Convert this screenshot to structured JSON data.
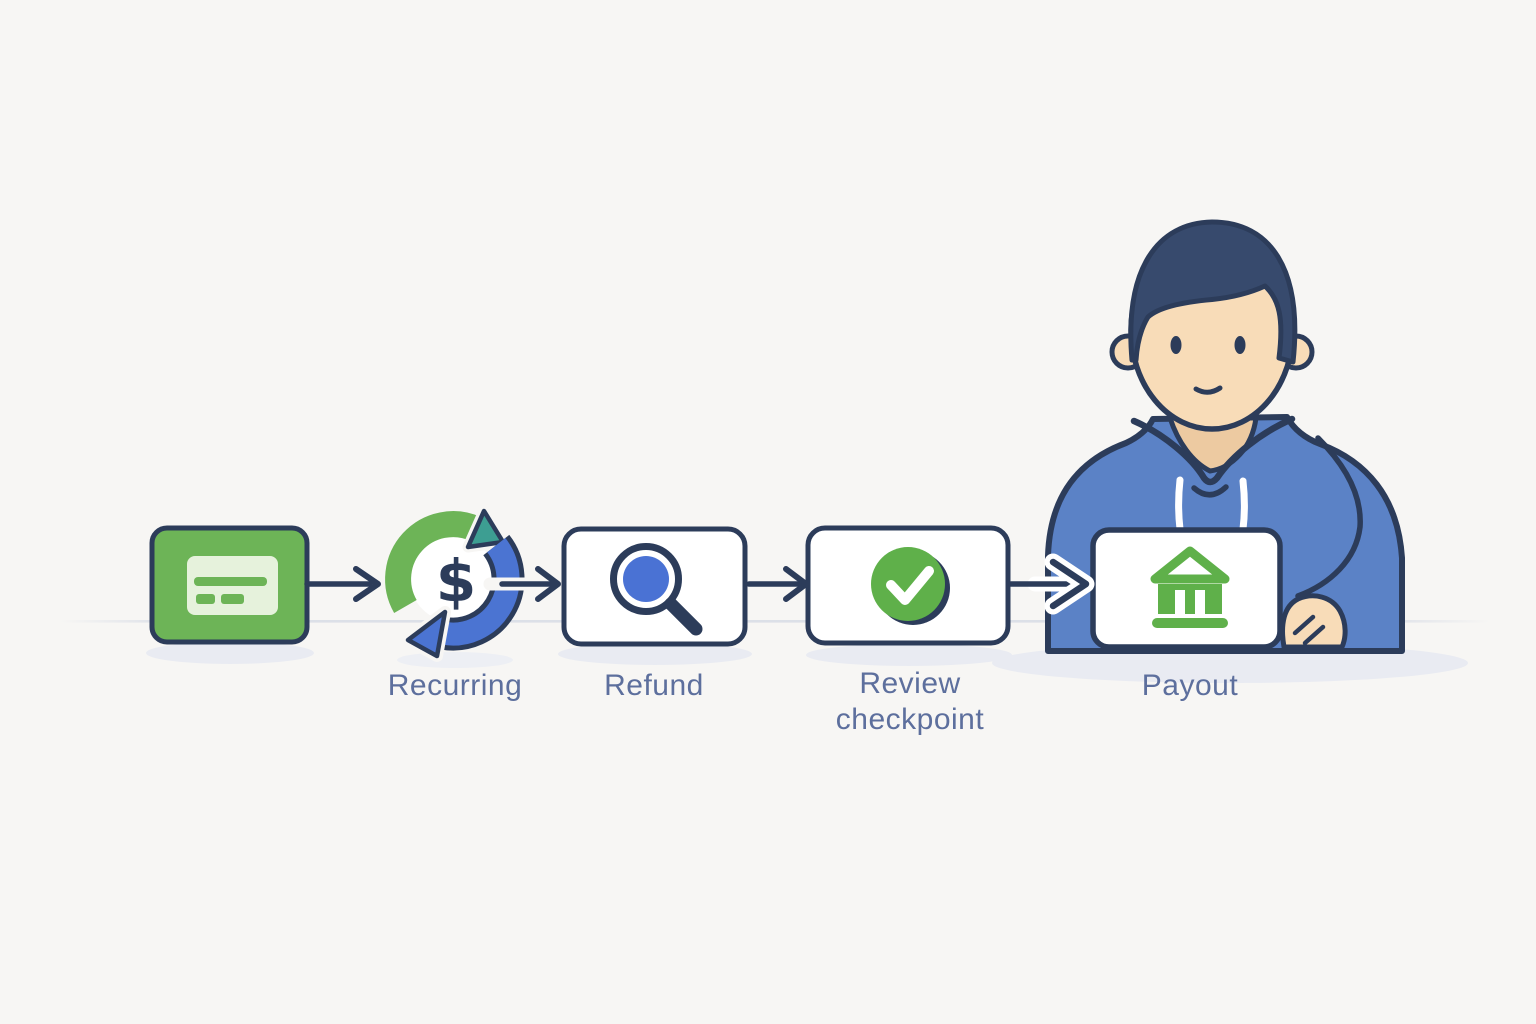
{
  "flow": {
    "nodes": [
      {
        "id": "card",
        "icon": "credit-card-icon",
        "label": ""
      },
      {
        "id": "recurring",
        "icon": "recurring-cycle-icon",
        "symbol": "$",
        "label": "Recurring"
      },
      {
        "id": "refund",
        "icon": "magnifier-icon",
        "label": "Refund"
      },
      {
        "id": "review",
        "icon": "check-circle-icon",
        "label": "Review checkpoint",
        "label_lines": [
          "Review",
          "checkpoint"
        ]
      },
      {
        "id": "payout",
        "icon": "bank-icon",
        "label": "Payout"
      }
    ],
    "arrow_count": 4
  },
  "person": {
    "icon": "person-in-blue-hoodie"
  },
  "colors": {
    "background": "#f7f6f4",
    "outline_navy": "#2c3c5a",
    "card_green": "#6db457",
    "bright_green": "#5fb04a",
    "pale_green": "#e6f2dc",
    "flow_blue": "#4b74d2",
    "teal": "#3d9e92",
    "hoodie_blue": "#5b82c6",
    "skin": "#f8dcb8",
    "neck_shade": "#edcaa1",
    "hair_navy": "#374a6d",
    "label_text": "#5d6f9d",
    "shadow": "#e9ebf2",
    "desk_line": "#d9dde6"
  }
}
